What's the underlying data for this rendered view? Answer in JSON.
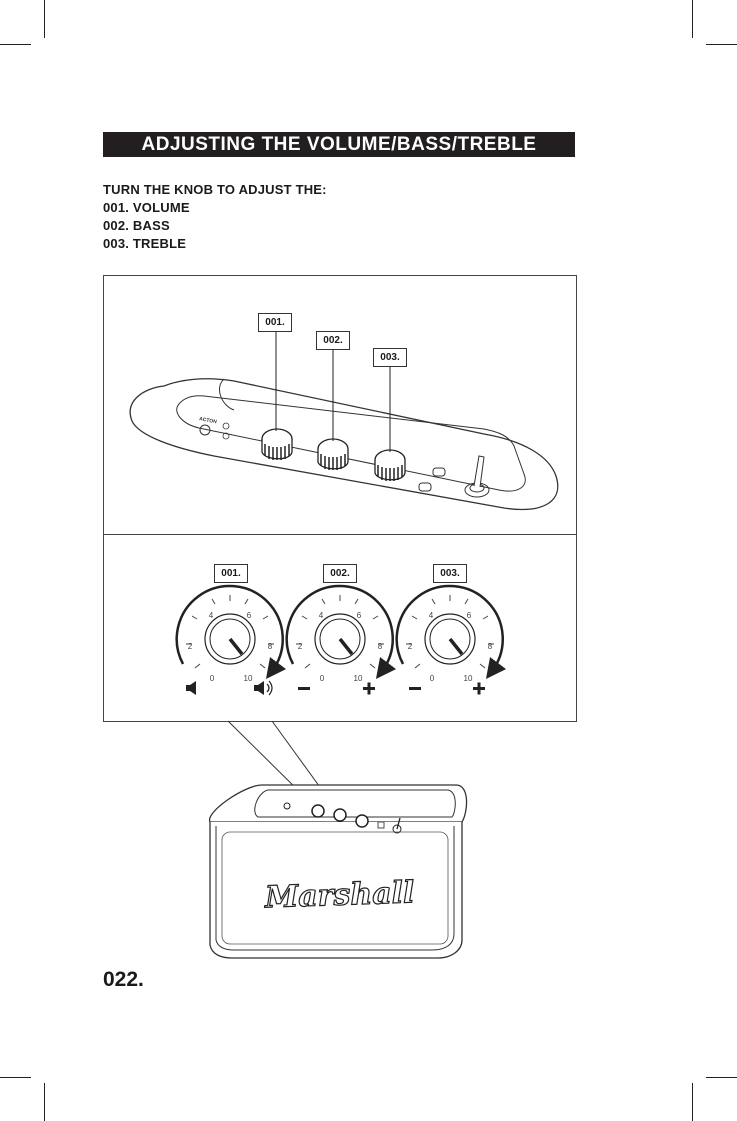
{
  "title": "ADJUSTING THE VOLUME/BASS/TREBLE",
  "instructions": {
    "heading": "TURN THE KNOB TO ADJUST THE:",
    "items": [
      "001. VOLUME",
      "002. BASS",
      "003. TREBLE"
    ]
  },
  "top_callouts": [
    "001.",
    "002.",
    "003."
  ],
  "bottom_callouts": [
    "001.",
    "002.",
    "003."
  ],
  "dial_scale": [
    "0",
    "2",
    "4",
    "6",
    "8",
    "10"
  ],
  "brand_logo": "Marshall",
  "page_number": "022.",
  "icons": [
    "speaker-mute-icon",
    "speaker-loud-icon",
    "minus-icon",
    "plus-icon"
  ],
  "colors": {
    "title_bar": "#231f20",
    "line": "#333333"
  }
}
